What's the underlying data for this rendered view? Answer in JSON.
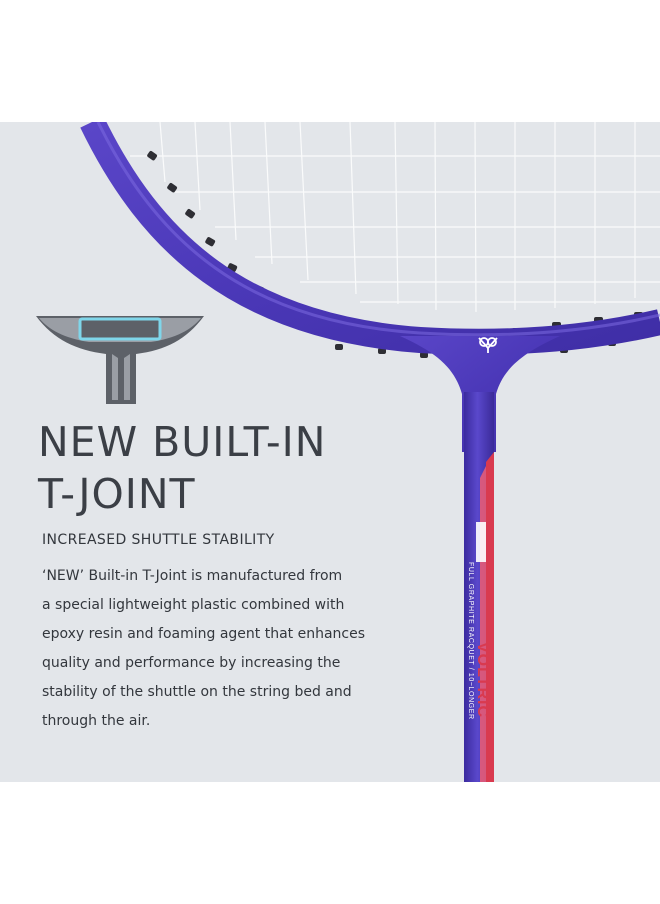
{
  "colors": {
    "background": "#e3e6ea",
    "frame": "#4b38b8",
    "frame_highlight": "#6b5ad8",
    "shaft_accent": "#d93a4f",
    "text": "#33373d",
    "icon_dark": "#5d6168",
    "icon_light": "#9a9ea5",
    "icon_accent": "#7fd6ea"
  },
  "icons": {
    "tjoint": "t-joint-cross-section-icon",
    "brand": "yonex-logo"
  },
  "headline": {
    "line1": "NEW BUILT-IN",
    "line2": "T-JOINT"
  },
  "subhead": "INCREASED SHUTTLE STABILITY",
  "body_lines": [
    "‘NEW’ Built-in T-Joint is manufactured from",
    "a special lightweight plastic combined with",
    "epoxy resin and foaming agent that enhances",
    "quality and performance by increasing the",
    "stability of the shuttle on the string bed and",
    "through the air."
  ],
  "shaft_text": {
    "brand_model": "VOLTRIC",
    "spec": "FULL GRAPHITE RACQUET / 10~LONGER"
  }
}
